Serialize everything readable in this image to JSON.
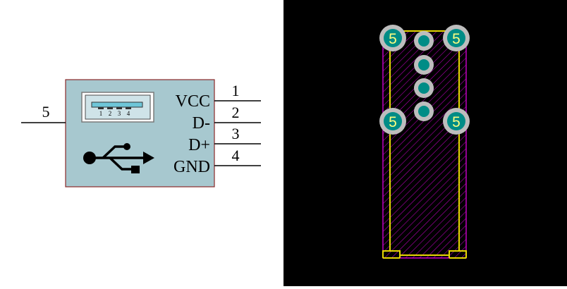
{
  "schematic": {
    "pins": [
      {
        "number": "1",
        "name": "VCC"
      },
      {
        "number": "2",
        "name": "D-"
      },
      {
        "number": "3",
        "name": "D+"
      },
      {
        "number": "4",
        "name": "GND"
      }
    ],
    "shield_pin": {
      "number": "5"
    },
    "connector_pin_labels": [
      "1",
      "2",
      "3",
      "4"
    ],
    "colors": {
      "body_fill": "#a7c8cf",
      "body_border": "#8b2a2a",
      "wire": "#000000",
      "port_fill": "#6ec6d8",
      "usb_symbol": "#000000"
    },
    "icons": [
      "usb-port-icon",
      "usb-symbol-icon"
    ]
  },
  "footprint": {
    "mount_pads": [
      {
        "label": "5"
      },
      {
        "label": "5"
      },
      {
        "label": "5"
      },
      {
        "label": "5"
      }
    ],
    "signal_pad_count": 4,
    "colors": {
      "background": "#000000",
      "outline": "#e6d800",
      "courtyard": "#c000c0",
      "pad_ring": "#bdbdbd",
      "pad_core": "#008c86",
      "pad_text": "#ffff80"
    }
  }
}
